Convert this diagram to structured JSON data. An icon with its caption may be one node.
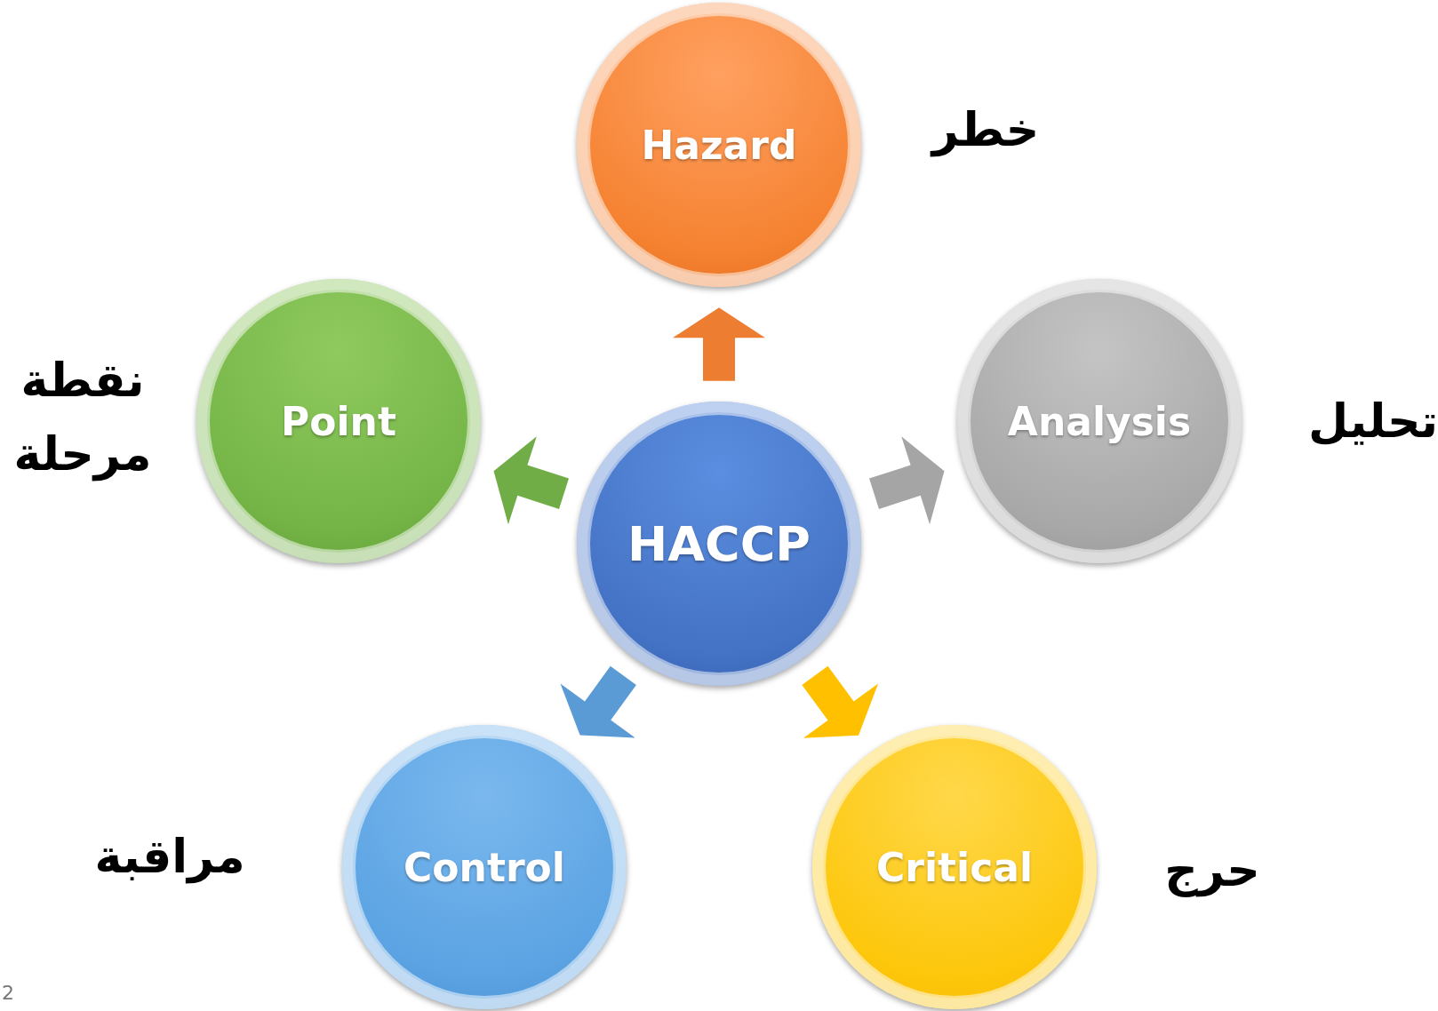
{
  "diagram": {
    "nodes": [
      {
        "text": [
          "Hazard"
        ],
        "beside": [
          "خطر"
        ]
      },
      {
        "text": [
          "Point"
        ],
        "beside": [
          "نقطة مرحلة"
        ]
      },
      {
        "text": [
          "HACCP"
        ]
      },
      {
        "text": [
          "Analysis"
        ],
        "beside": [
          "تحليل"
        ]
      },
      {
        "text": [
          "Control"
        ],
        "beside": [
          "مراقبة"
        ]
      },
      {
        "text": [
          "Critical"
        ],
        "beside": [
          "حرج"
        ]
      }
    ],
    "edges": [
      {
        "from": 2,
        "to": 0,
        "arrow": "to",
        "style": "thick",
        "color": "#ed7d31"
      },
      {
        "from": 2,
        "to": 3,
        "arrow": "to",
        "style": "thick",
        "color": "#a5a5a5"
      },
      {
        "from": 2,
        "to": 5,
        "arrow": "to",
        "style": "thick",
        "color": "#ffc000"
      },
      {
        "from": 2,
        "to": 4,
        "arrow": "to",
        "style": "thick",
        "color": "#5b9bd5"
      },
      {
        "from": 2,
        "to": 1,
        "arrow": "to",
        "style": "thick",
        "color": "#70ad47"
      }
    ],
    "labels": [
      "2"
    ]
  }
}
